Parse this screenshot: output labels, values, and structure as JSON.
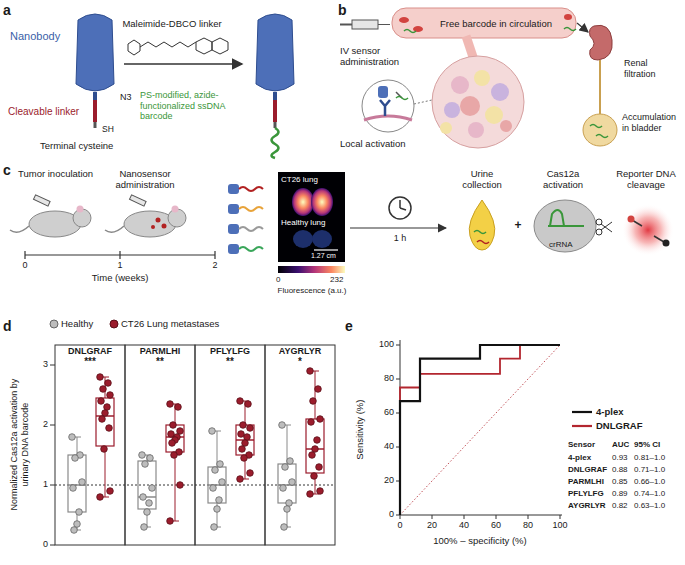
{
  "diagram": {
    "labels": [
      "a",
      "Nanobody",
      "Maleimide-DBCO linker",
      "Cleavable linker",
      "SH",
      "Terminal cysteine",
      "N3",
      "PS-modified, azide-functionalized ssDNA barcode",
      "b",
      "IV sensor administration",
      "Free barcode in circulation",
      "Local activation",
      "Renal filtration",
      "Accumulation in bladder",
      "c",
      "Tumor inoculation",
      "Nanosensor administration",
      "0",
      "1",
      "2",
      "Time (weeks)",
      "CT26 lung",
      "Healthy lung",
      "1.27 cm",
      "0",
      "232",
      "Fluorescence (a.u.)",
      "1 h",
      "Urine collection",
      "+",
      "Cas12a activation",
      "crRNA",
      "Reporter DNA cleavage",
      "d",
      "Normalized Cas12a activation by urinary DNA barcode",
      "3",
      "2",
      "1",
      "0",
      "DNLGRAF",
      "PARMLHI",
      "PFLYLFG",
      "AYGRLYR",
      "***",
      "**",
      "**",
      "*",
      "e",
      "Sensitivity (%)",
      "100",
      "80",
      "60",
      "40",
      "20",
      "0",
      "0",
      "20",
      "40",
      "60",
      "80",
      "100",
      "100% – specificity (%)",
      "Sensor",
      "AUC",
      "95% CI",
      "4-plex",
      "0.93",
      "0.81–1.0",
      "DNLGRAF",
      "0.88",
      "0.71–1.0",
      "PARMLHI",
      "0.85",
      "0.66–1.0",
      "PFLYLFG",
      "0.89",
      "0.74–1.0",
      "AYGRLYR",
      "0.82",
      "0.63–1.0"
    ],
    "legend": [
      {
        "text": "Healthy"
      },
      {
        "text": "CT26 Lung metastases"
      },
      {
        "text": "4-plex"
      },
      {
        "text": "DNLGRAF"
      }
    ]
  }
}
